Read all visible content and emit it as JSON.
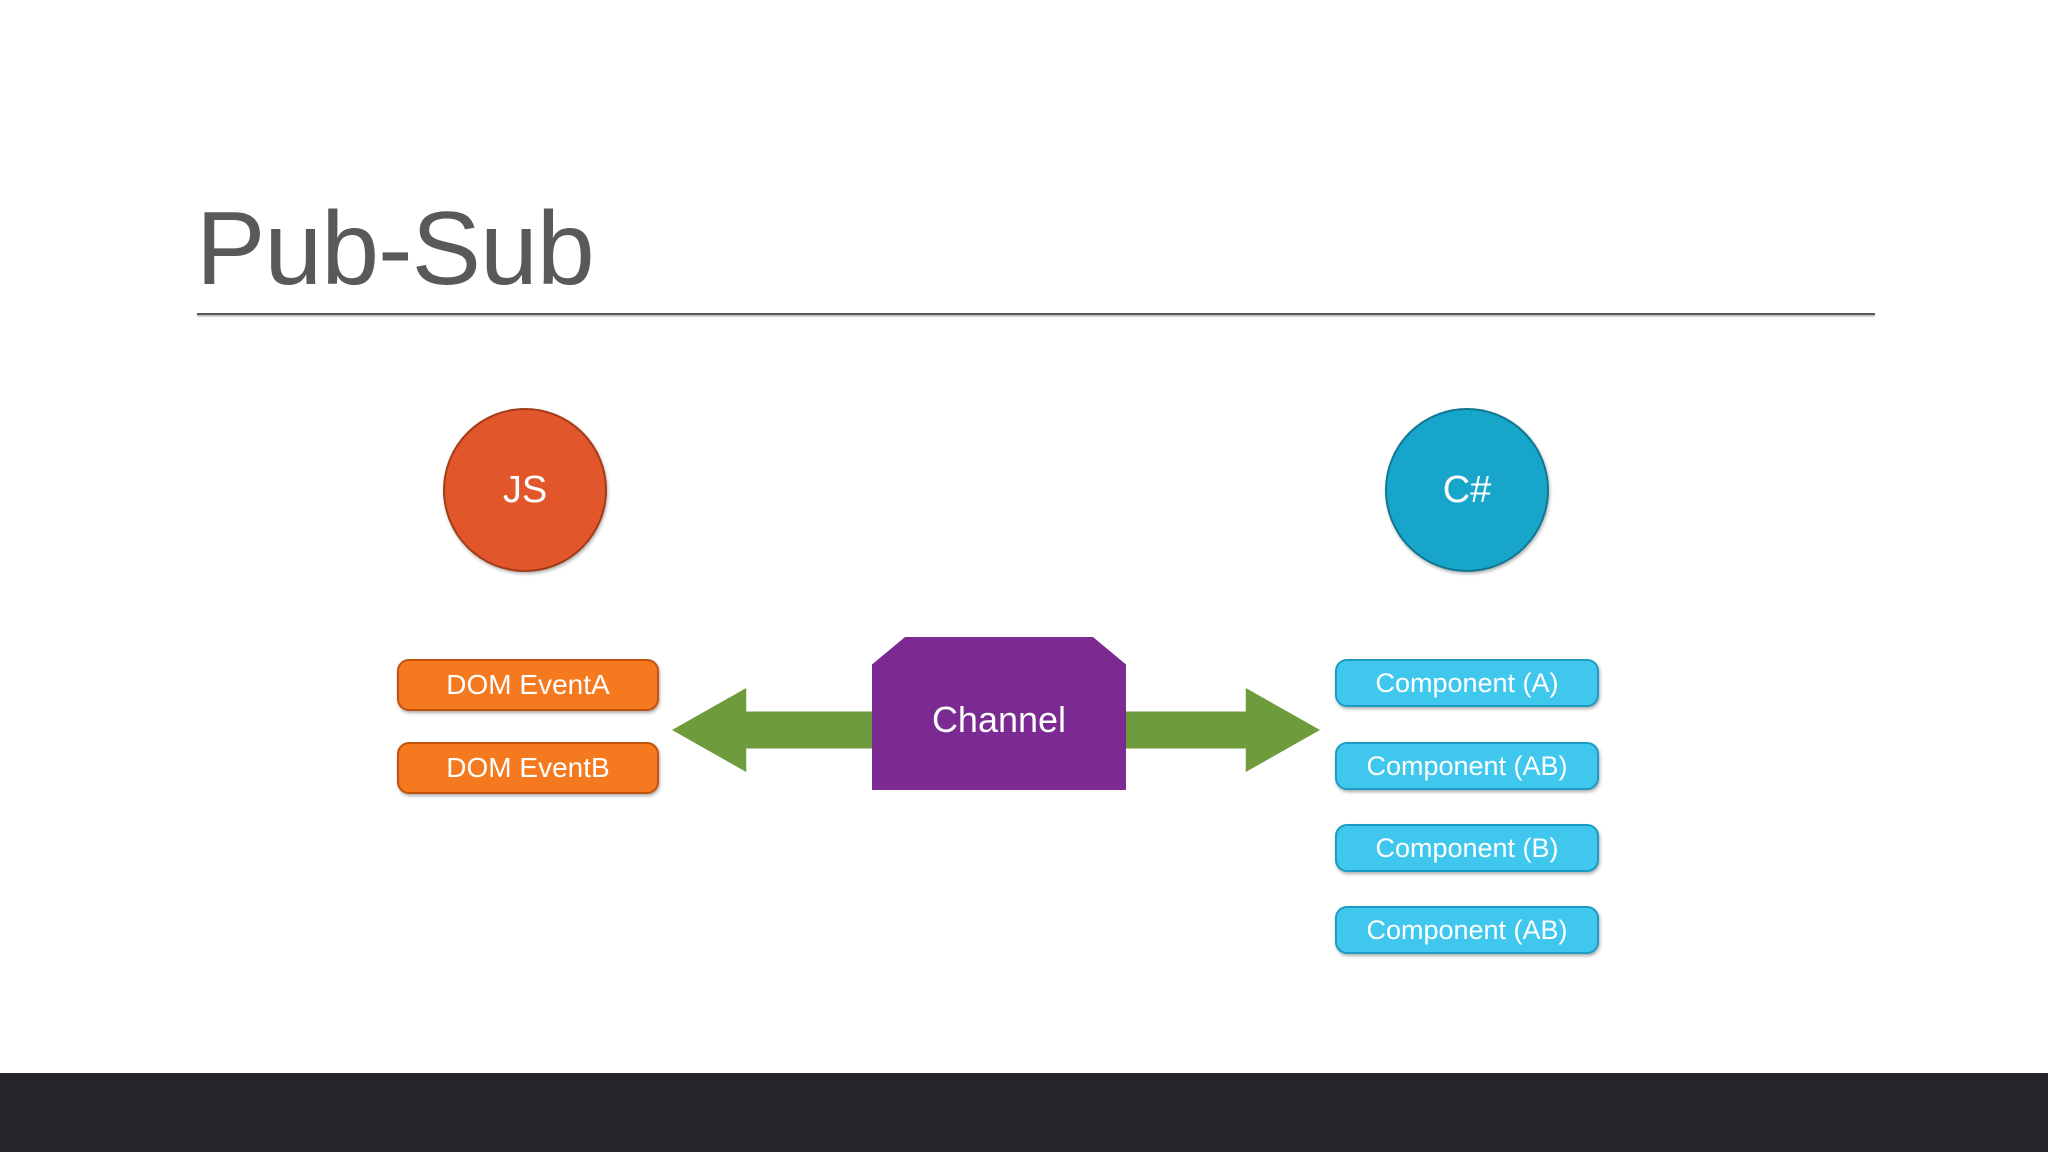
{
  "slide": {
    "title": "Pub-Sub",
    "background_color": "#FFFFFF",
    "title_color": "#595959",
    "rule_color": "#595959",
    "bottom_bar_color": "#26262A"
  },
  "diagram": {
    "left_role": {
      "label": "JS",
      "fill": "#E1562A",
      "stroke": "#A33B17",
      "text_color": "#FFFFFF"
    },
    "right_role": {
      "label": "C#",
      "fill": "#17A5C9",
      "stroke": "#0F7794",
      "text_color": "#FFFFFF"
    },
    "hub": {
      "label": "Channel",
      "fill": "#7A2A90",
      "text_color": "#FFFFFF"
    },
    "arrows": {
      "fill": "#6E9B3B",
      "stroke": "#4F7226",
      "left": {
        "name": "arrow-left",
        "direction": "left"
      },
      "right": {
        "name": "arrow-right",
        "direction": "right"
      }
    },
    "events": {
      "fill": "#F5791F",
      "stroke": "#C2520C",
      "text_color": "#FFFFFF",
      "items": [
        {
          "label": "DOM EventA"
        },
        {
          "label": "DOM EventB"
        }
      ]
    },
    "components": {
      "fill": "#3FC7EE",
      "stroke": "#1C9CC2",
      "text_color": "#FFFFFF",
      "items": [
        {
          "label": "Component (A)"
        },
        {
          "label": "Component (AB)"
        },
        {
          "label": "Component (B)"
        },
        {
          "label": "Component (AB)"
        }
      ]
    }
  }
}
